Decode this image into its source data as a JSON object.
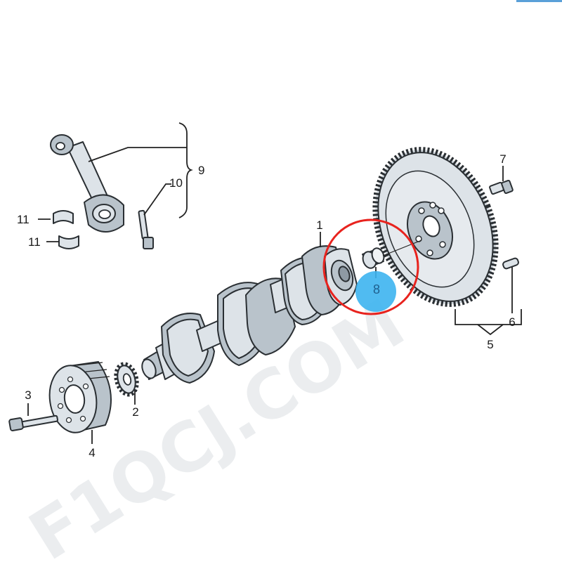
{
  "watermark": {
    "text": "F1QCJ.COM"
  },
  "callouts": {
    "c1": "1",
    "c2": "2",
    "c3": "3",
    "c4": "4",
    "c5": "5",
    "c6": "6",
    "c7": "7",
    "c8": "8",
    "c9": "9",
    "c10": "10",
    "c11a": "11",
    "c11b": "11"
  },
  "highlight": {
    "ring_color": "#e8231e",
    "marker_color": "#3db4f0",
    "part_number": "8"
  }
}
